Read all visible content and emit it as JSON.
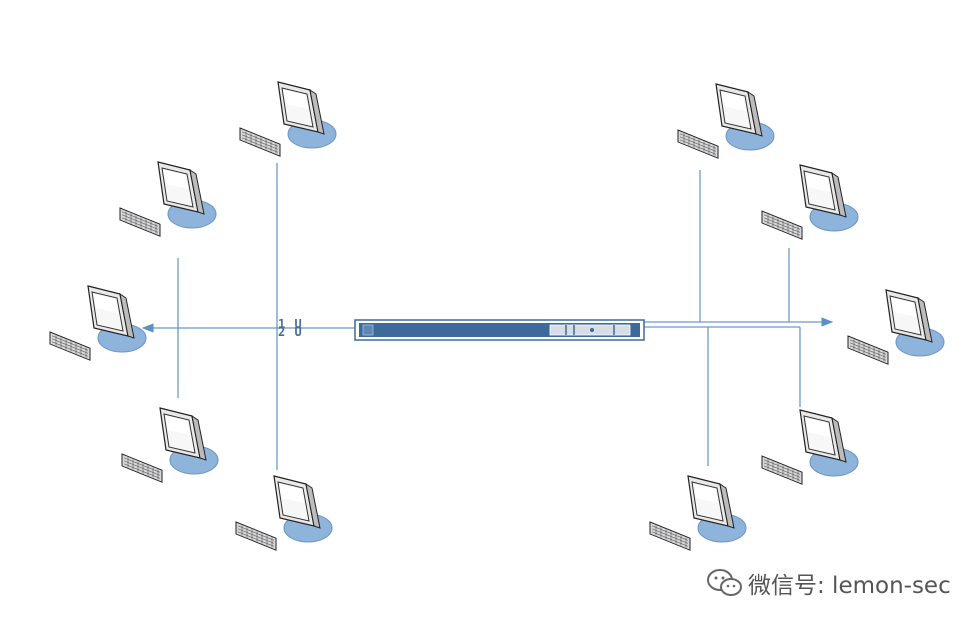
{
  "diagram": {
    "rack_labels": [
      "1 U",
      "2 U"
    ],
    "colors": {
      "line": "#6a9bc9",
      "arrow": "#5b8fc5",
      "device": "#3e6a9b",
      "monitor_base": "#8fb4dc"
    },
    "left_computers": [
      "computer-left-top",
      "computer-left-upper",
      "computer-left-middle",
      "computer-left-lower",
      "computer-left-bottom"
    ],
    "right_computers": [
      "computer-right-top",
      "computer-right-upper",
      "computer-right-middle",
      "computer-right-lower",
      "computer-right-bottom"
    ]
  },
  "watermark": {
    "text": "微信号: lemon-sec",
    "icon": "wechat-logo-icon"
  }
}
